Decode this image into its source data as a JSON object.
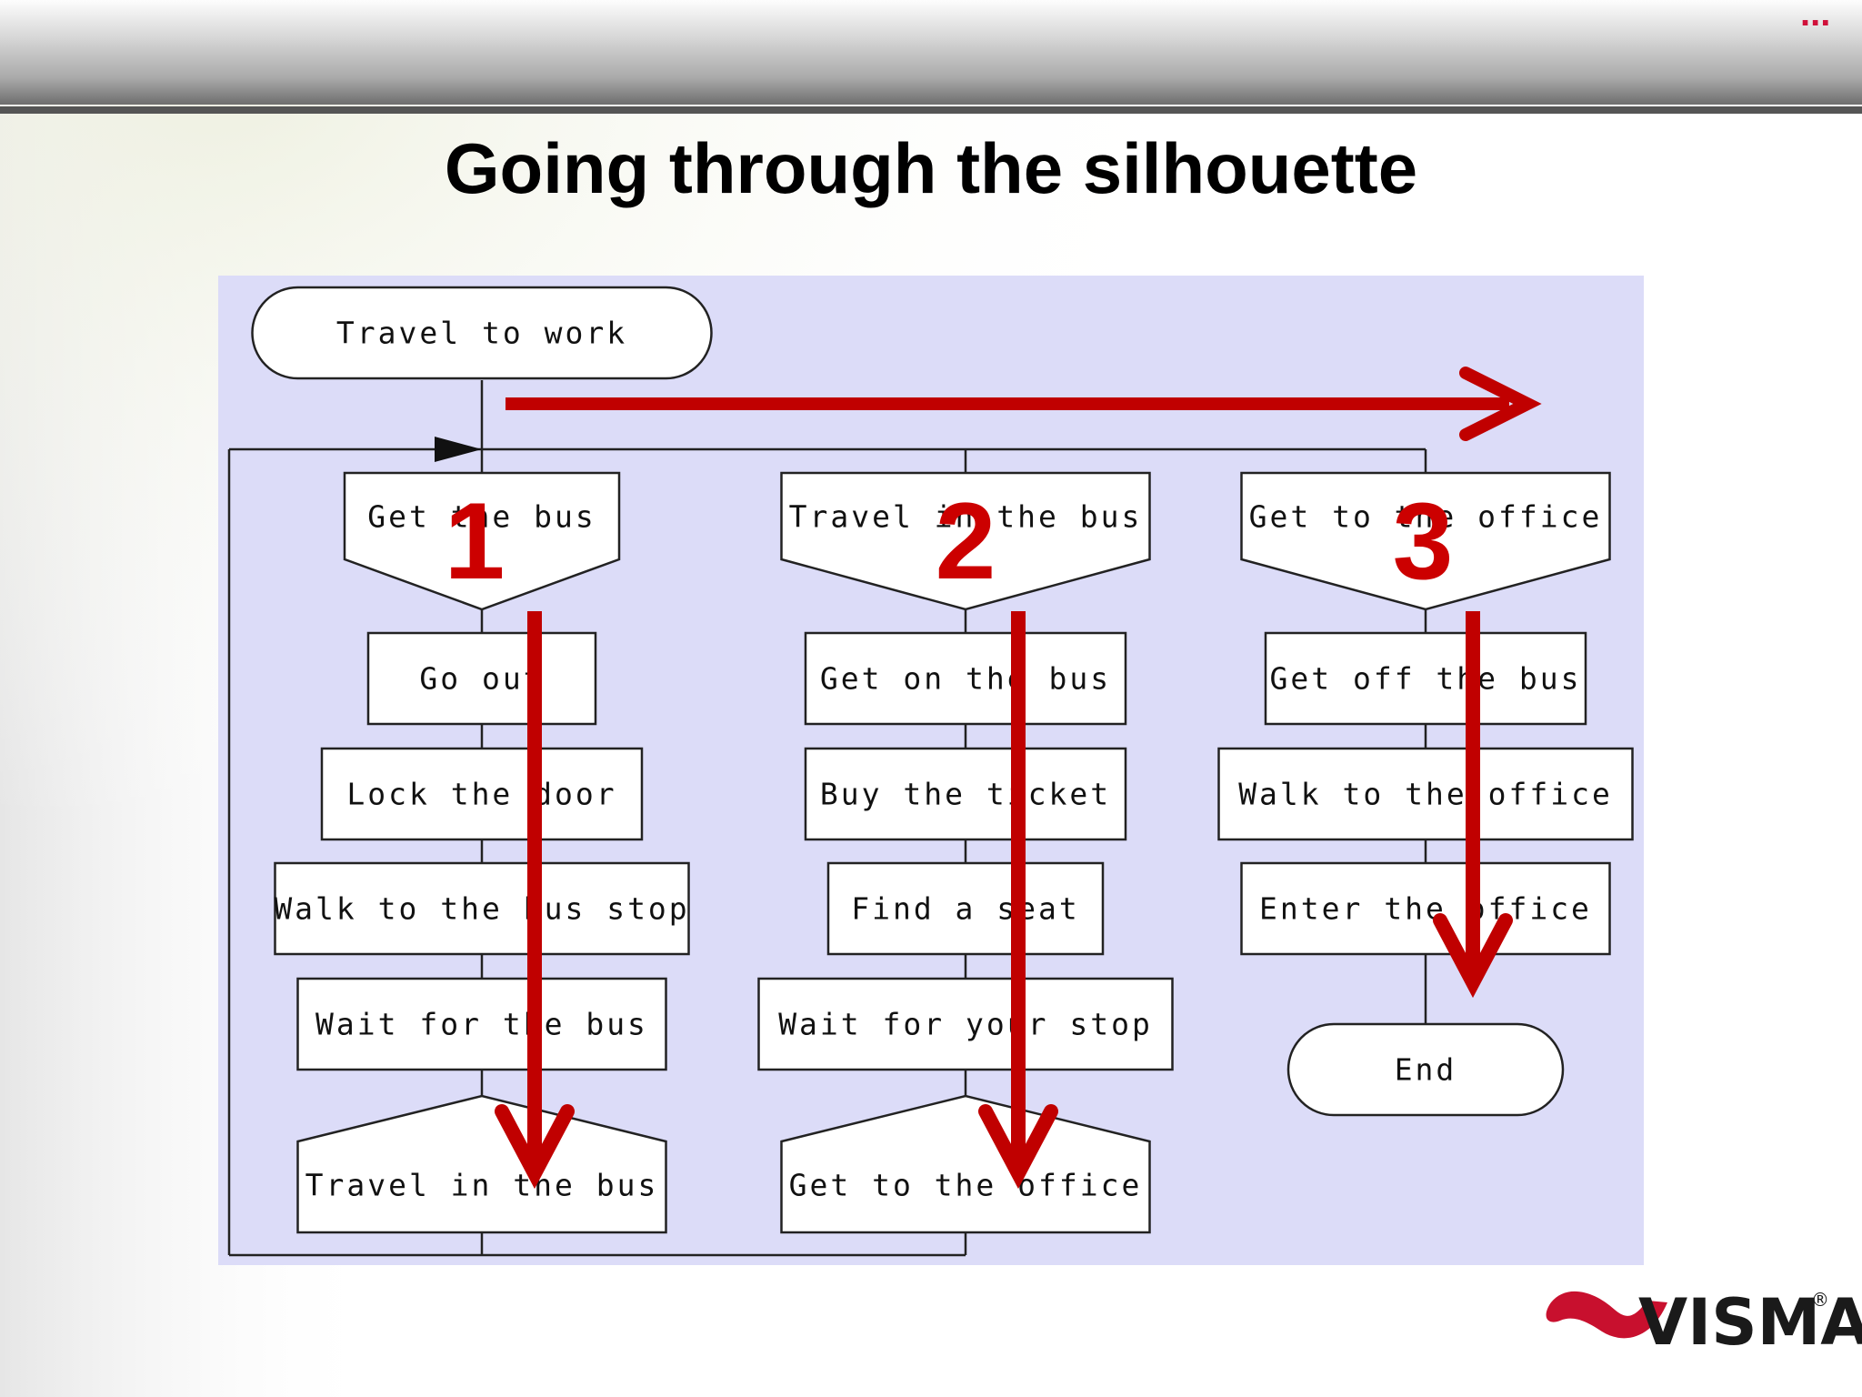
{
  "slide": {
    "title": "Going through the silhouette",
    "corner_mark": "...",
    "logo_text": "VISMA",
    "logo_reg": "®"
  },
  "diagram": {
    "start": "Travel to work",
    "end": "End",
    "branches": [
      {
        "header": "Get the bus",
        "number": "1",
        "steps": [
          "Go out",
          "Lock the door",
          "Walk to the bus stop",
          "Wait for the bus"
        ],
        "footer": "Travel in the bus"
      },
      {
        "header": "Travel in the bus",
        "number": "2",
        "steps": [
          "Get on the bus",
          "Buy the ticket",
          "Find a seat",
          "Wait for your stop"
        ],
        "footer": "Get to the office"
      },
      {
        "header": "Get to the office",
        "number": "3",
        "steps": [
          "Get off the bus",
          "Walk to the office",
          "Enter the office"
        ]
      }
    ]
  },
  "colors": {
    "panel": "#dcdcf8",
    "arrow": "#c00000",
    "logo_red": "#c8102e"
  }
}
